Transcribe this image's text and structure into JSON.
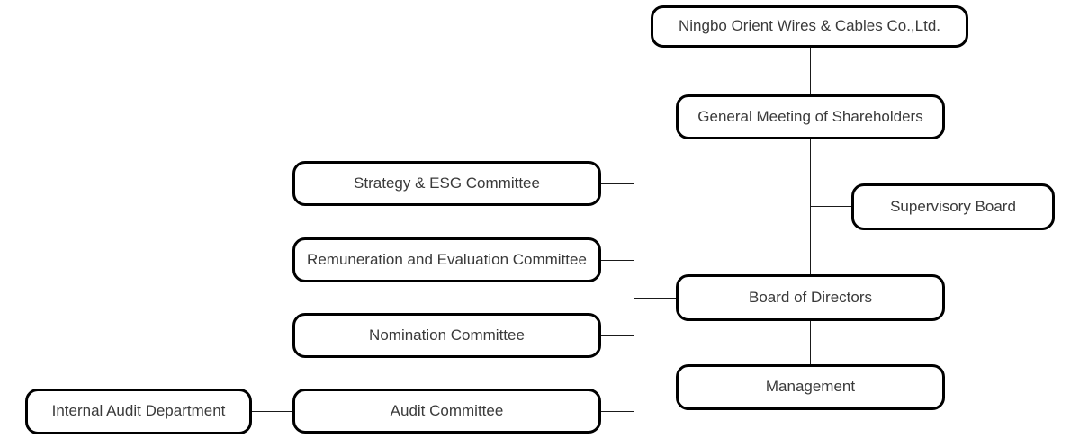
{
  "diagram": {
    "type": "org-chart",
    "nodes": {
      "company": {
        "label": "Ningbo Orient Wires & Cables Co.,Ltd."
      },
      "general_meeting": {
        "label": "General Meeting of Shareholders"
      },
      "supervisory_board": {
        "label": "Supervisory Board"
      },
      "board_of_directors": {
        "label": "Board of Directors"
      },
      "management": {
        "label": "Management"
      },
      "strategy_esg": {
        "label": "Strategy & ESG Committee"
      },
      "remuneration": {
        "label": "Remuneration and Evaluation Committee"
      },
      "nomination": {
        "label": "Nomination Committee"
      },
      "audit_committee": {
        "label": "Audit Committee"
      },
      "internal_audit": {
        "label": "Internal Audit Department"
      }
    },
    "edges": [
      "company - general_meeting",
      "general_meeting - board_of_directors",
      "general_meeting - supervisory_board",
      "board_of_directors - management",
      "board_of_directors - strategy_esg",
      "board_of_directors - remuneration",
      "board_of_directors - nomination",
      "board_of_directors - audit_committee",
      "audit_committee - internal_audit"
    ],
    "colors": {
      "border": "#000000",
      "line": "#1a1a1a",
      "text": "#3a3a3a",
      "background": "#ffffff"
    }
  }
}
